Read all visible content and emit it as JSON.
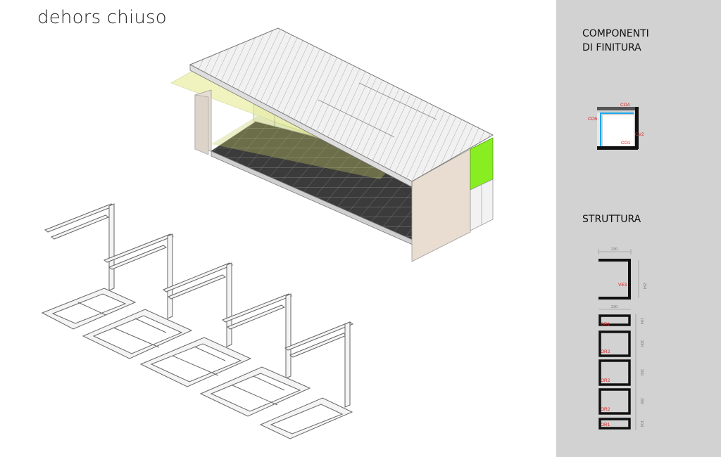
{
  "title": "dehors chiuso",
  "sidebar": {
    "components_title_line1": "COMPONENTI",
    "components_title_line2": "DI FINITURA",
    "structure_title": "STRUTTURA",
    "finish_labels": [
      "CO4",
      "CO5",
      "CV2",
      "CO1"
    ],
    "structure_dims": {
      "top_width": "230",
      "side_height": "254",
      "base_width": "230",
      "base_segments": [
        "104",
        "200",
        "200",
        "200",
        "104"
      ]
    },
    "structure_labels": {
      "frame": "VE3",
      "base": [
        "OR1",
        "OR2",
        "OR2",
        "OR2",
        "OR1"
      ]
    },
    "label_color": "#e02020",
    "accent_green": "#88ee22"
  }
}
